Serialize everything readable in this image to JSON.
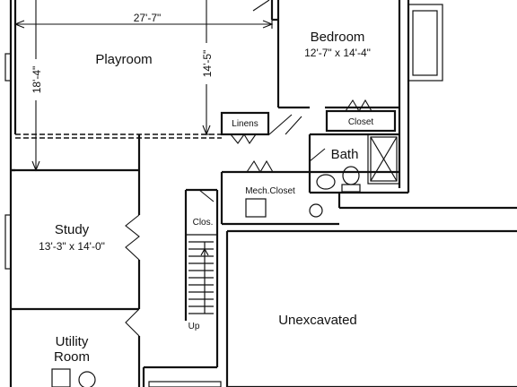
{
  "rooms": {
    "playroom": {
      "name": "Playroom"
    },
    "bedroom": {
      "name": "Bedroom",
      "size": "12'-7\" x 14'-4\""
    },
    "study": {
      "name": "Study",
      "size": "13'-3\" x 14'-0\""
    },
    "utility": {
      "name_line1": "Utility",
      "name_line2": "Room"
    },
    "unexcavated": {
      "name": "Unexcavated"
    },
    "bath": {
      "name": "Bath"
    },
    "linens": {
      "name": "Linens"
    },
    "closet": {
      "name": "Closet"
    },
    "mech_closet": {
      "name": "Mech.Closet"
    },
    "clos": {
      "name": "Clos."
    }
  },
  "dimensions": {
    "playroom_width": "27'-7\"",
    "playroom_depth_left": "18'-4\"",
    "playroom_depth_right": "14'-5\""
  },
  "stairs": {
    "label": "Up"
  }
}
